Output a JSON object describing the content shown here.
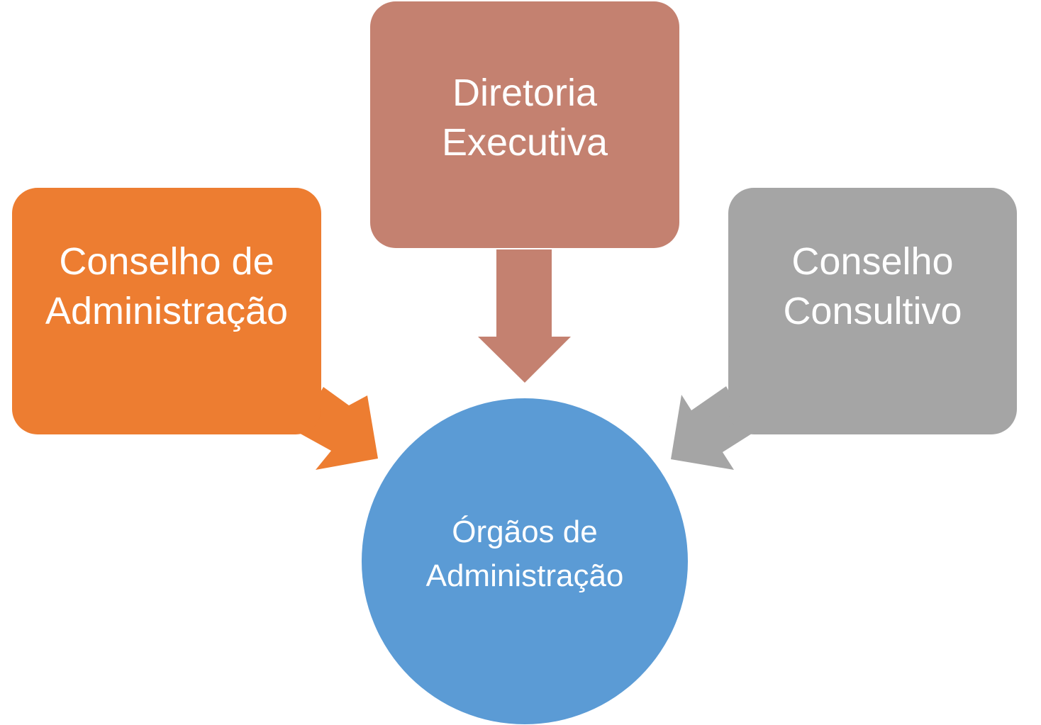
{
  "diagram": {
    "type": "converging-arrows",
    "center": {
      "label": "Órgãos de\nAdministração",
      "color": "#5B9BD5"
    },
    "nodes": [
      {
        "id": "conselho-administracao",
        "label": "Conselho de\nAdministração",
        "color": "#ED7D31",
        "position": "left"
      },
      {
        "id": "diretoria-executiva",
        "label": "Diretoria\nExecutiva",
        "color": "#C48170",
        "position": "top"
      },
      {
        "id": "conselho-consultivo",
        "label": "Conselho\nConsultivo",
        "color": "#A5A5A5",
        "position": "right"
      }
    ],
    "edges": [
      {
        "from": "conselho-administracao",
        "to": "center"
      },
      {
        "from": "diretoria-executiva",
        "to": "center"
      },
      {
        "from": "conselho-consultivo",
        "to": "center"
      }
    ]
  }
}
